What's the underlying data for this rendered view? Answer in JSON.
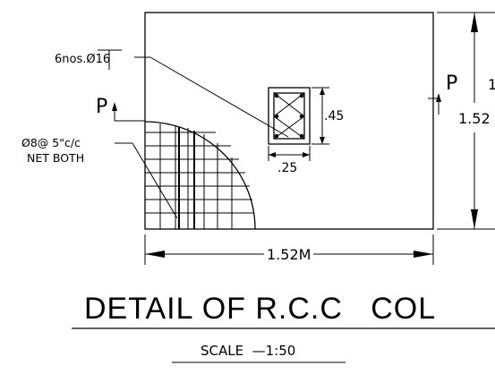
{
  "callouts": {
    "main_bars": "6nos.Ø16",
    "mesh_line1": "Ø8@ 5\"c/c",
    "mesh_line2": "NET BOTH"
  },
  "column": {
    "depth": ".45",
    "width": ".25"
  },
  "footing": {
    "width": "1.52M",
    "length": "1.52",
    "length_edge_glyph": "1"
  },
  "section": {
    "marker_left": "P",
    "marker_right": "P"
  },
  "title": {
    "text": "DETAIL OF R.C.C   COL",
    "scale": "SCALE  —1:50"
  }
}
